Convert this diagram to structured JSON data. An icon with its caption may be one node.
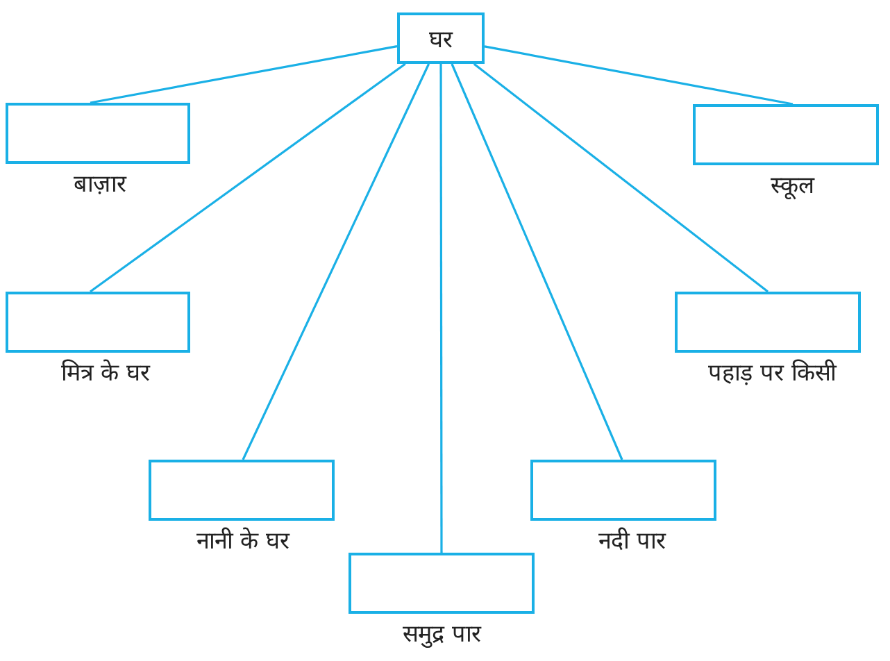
{
  "diagram": {
    "nodes": [
      {
        "text": [
          "घर"
        ]
      },
      {
        "text": [
          "बाज़ार"
        ]
      },
      {
        "text": [
          "स्कूल"
        ]
      },
      {
        "text": [
          "मित्र के घर"
        ]
      },
      {
        "text": [
          "पहाड़ पर किसी"
        ]
      },
      {
        "text": [
          "नानी के घर"
        ]
      },
      {
        "text": [
          "नदी पार"
        ]
      },
      {
        "text": [
          "समुद्र पार"
        ]
      }
    ],
    "edges": [
      {
        "from": 0,
        "to": 1,
        "arrow": "none"
      },
      {
        "from": 0,
        "to": 2,
        "arrow": "none"
      },
      {
        "from": 0,
        "to": 3,
        "arrow": "none"
      },
      {
        "from": 0,
        "to": 4,
        "arrow": "none"
      },
      {
        "from": 0,
        "to": 5,
        "arrow": "none"
      },
      {
        "from": 0,
        "to": 6,
        "arrow": "none"
      },
      {
        "from": 0,
        "to": 7,
        "arrow": "none"
      }
    ]
  }
}
